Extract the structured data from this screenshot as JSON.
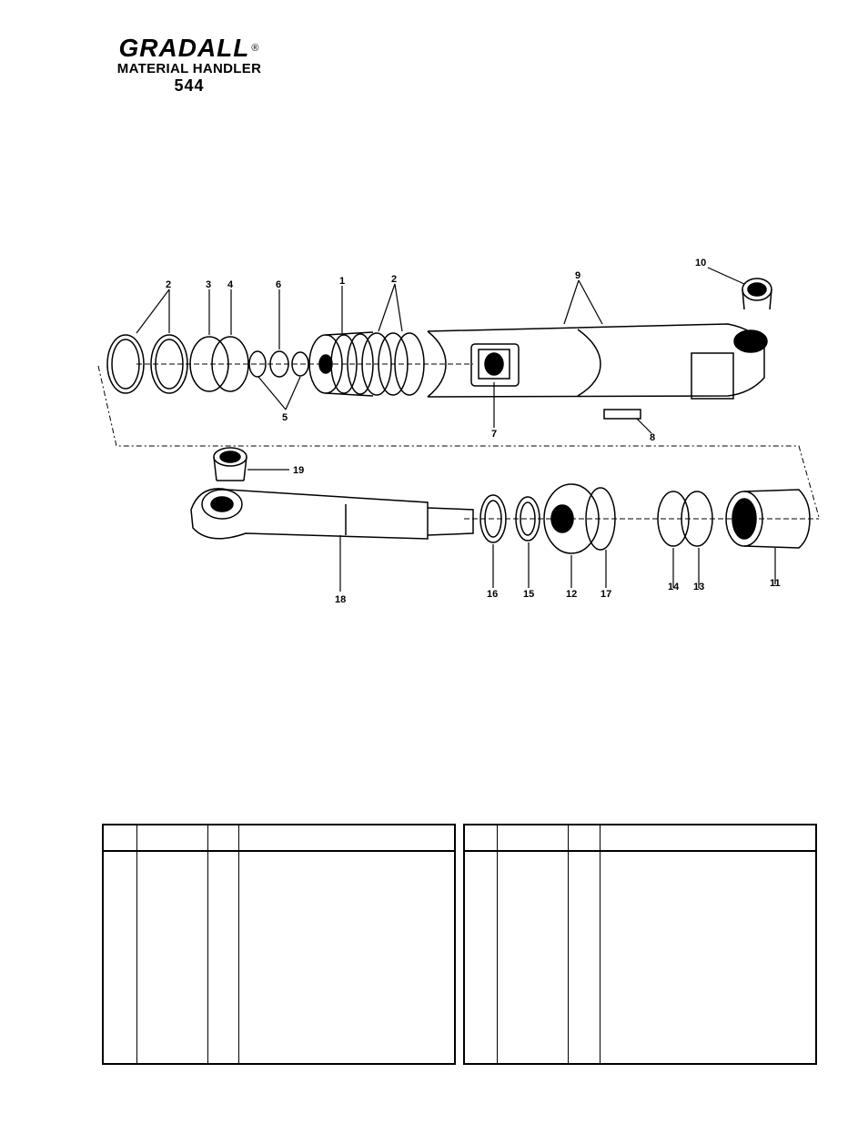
{
  "header": {
    "brand": "GRADALL",
    "registered_mark": "®",
    "subtitle": "MATERIAL HANDLER",
    "model": "544"
  },
  "diagram": {
    "callouts": [
      "1",
      "2",
      "2",
      "3",
      "4",
      "5",
      "6",
      "7",
      "8",
      "9",
      "10",
      "11",
      "12",
      "13",
      "14",
      "15",
      "16",
      "17",
      "18",
      "19"
    ]
  },
  "tables": {
    "left": {
      "headers": [
        "",
        "",
        "",
        ""
      ]
    },
    "right": {
      "headers": [
        "",
        "",
        "",
        ""
      ]
    }
  }
}
